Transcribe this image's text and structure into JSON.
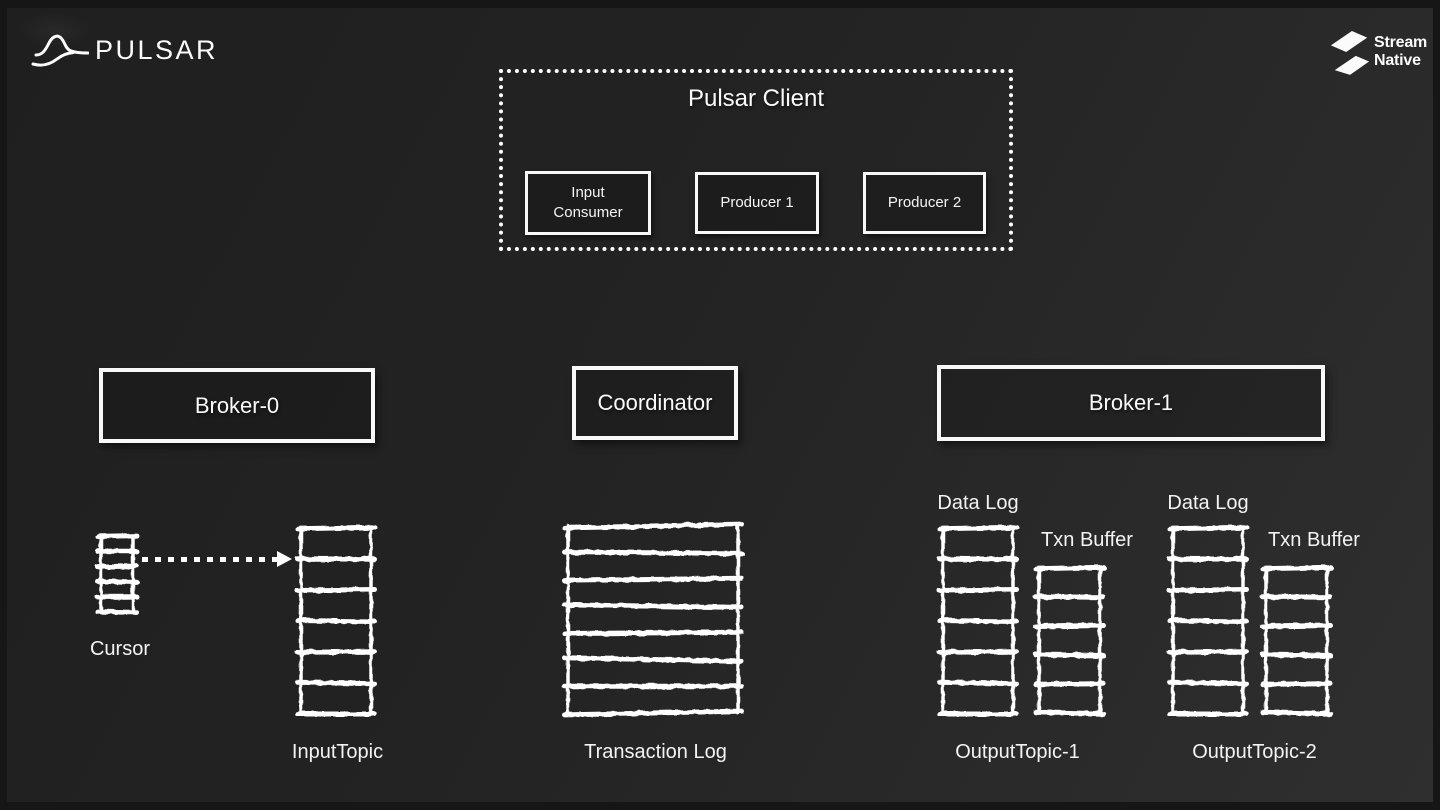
{
  "colors": {
    "background_start": "#1f1f1f",
    "background_end": "#2f2f2f",
    "line": "#ffffff",
    "text": "#f2f2f2"
  },
  "header": {
    "pulsar_logo": {
      "icon": "pulsar-wave-icon",
      "text": "PULSAR"
    },
    "streamnative_logo": {
      "icon": "streamnative-s-icon",
      "line1": "Stream",
      "line2": "Native"
    }
  },
  "client": {
    "title": "Pulsar Client",
    "components": [
      {
        "label": "Input\nConsumer"
      },
      {
        "label": "Producer 1"
      },
      {
        "label": "Producer 2"
      }
    ]
  },
  "left": {
    "broker_title": "Broker-0",
    "cursor": {
      "label": "Cursor",
      "segments": 5
    },
    "topic": {
      "label": "InputTopic",
      "segments": 6
    }
  },
  "center": {
    "coordinator_title": "Coordinator",
    "log": {
      "label": "Transaction Log",
      "segments": 7
    }
  },
  "right": {
    "broker_title": "Broker-1",
    "topics": [
      {
        "label": "OutputTopic-1",
        "data_log": {
          "label": "Data Log",
          "segments": 6
        },
        "txn_buffer": {
          "label": "Txn Buffer",
          "segments": 5
        }
      },
      {
        "label": "OutputTopic-2",
        "data_log": {
          "label": "Data Log",
          "segments": 6
        },
        "txn_buffer": {
          "label": "Txn Buffer",
          "segments": 5
        }
      }
    ]
  }
}
